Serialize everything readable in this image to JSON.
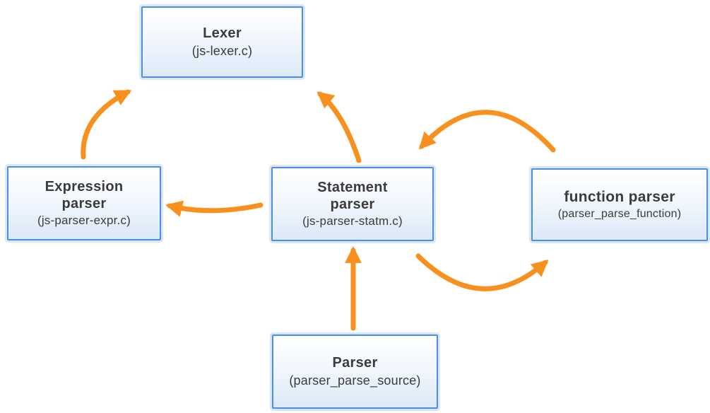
{
  "diagram": {
    "description": "Parser module call diagram",
    "nodes": {
      "lexer": {
        "title": "Lexer",
        "subtitle": "(js-lexer.c)"
      },
      "expression_parser": {
        "title": "Expression\nparser",
        "subtitle": "(js-parser-expr.c)"
      },
      "statement_parser": {
        "title": "Statement\nparser",
        "subtitle": "(js-parser-statm.c)"
      },
      "function_parser": {
        "title": "function parser",
        "subtitle": "(parser_parse_function)"
      },
      "parser": {
        "title": "Parser",
        "subtitle": "(parser_parse_source)"
      }
    },
    "edges": [
      {
        "from": "Expression parser",
        "to": "Lexer"
      },
      {
        "from": "Statement parser",
        "to": "Lexer"
      },
      {
        "from": "Statement parser",
        "to": "Expression parser"
      },
      {
        "from": "function parser",
        "to": "Statement parser"
      },
      {
        "from": "Statement parser",
        "to": "function parser"
      },
      {
        "from": "Parser",
        "to": "Statement parser"
      }
    ],
    "colors": {
      "arrow": "#F8901D",
      "node_border": "#4A8FE0",
      "node_fill_top": "#FFFFFF",
      "node_fill_bottom": "#DCE9F8",
      "node_glow": "#B9D4F2",
      "text": "#3B3B3B",
      "background": "#FFFFFF"
    }
  }
}
